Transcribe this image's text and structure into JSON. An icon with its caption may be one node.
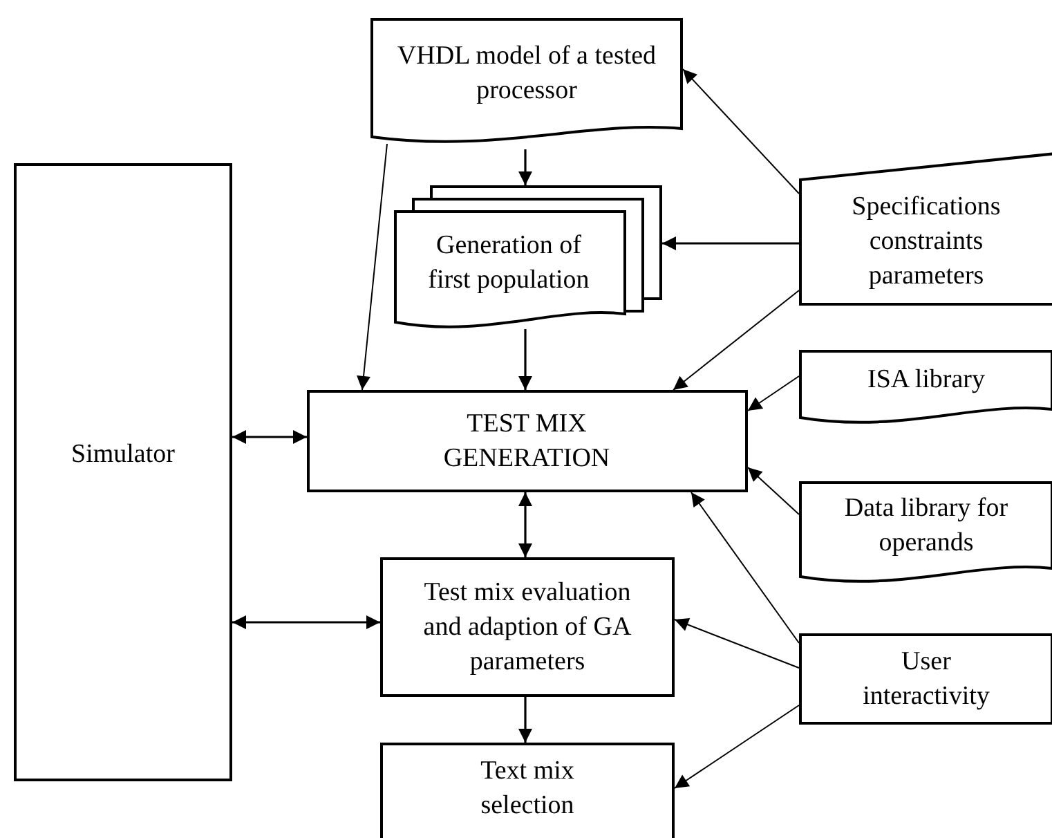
{
  "diagram": {
    "nodes": [
      {
        "text": [
          "VHDL model of a tested processor"
        ]
      },
      {
        "text": [
          "Generation of first population"
        ]
      },
      {
        "text": [
          "Specifications constraints parameters"
        ]
      },
      {
        "text": [
          "Simulator"
        ]
      },
      {
        "text": [
          "TEST MIX GENERATION"
        ]
      },
      {
        "text": [
          "ISA library"
        ]
      },
      {
        "text": [
          "Data library for operands"
        ]
      },
      {
        "text": [
          "Test mix evaluation and adaption of GA parameters"
        ]
      },
      {
        "text": [
          "User interactivity"
        ]
      },
      {
        "text": [
          "Text mix selection"
        ]
      }
    ],
    "edges": [
      {
        "from": 0,
        "to": 1,
        "arrow": "to"
      },
      {
        "from": 0,
        "to": 4,
        "arrow": "to"
      },
      {
        "from": 2,
        "to": 0,
        "arrow": "to"
      },
      {
        "from": 2,
        "to": 1,
        "arrow": "to"
      },
      {
        "from": 2,
        "to": 4,
        "arrow": "to"
      },
      {
        "from": 1,
        "to": 4,
        "arrow": "to"
      },
      {
        "from": 3,
        "to": 4,
        "arrow": "both"
      },
      {
        "from": 5,
        "to": 4,
        "arrow": "to"
      },
      {
        "from": 6,
        "to": 4,
        "arrow": "to"
      },
      {
        "from": 4,
        "to": 7,
        "arrow": "both"
      },
      {
        "from": 3,
        "to": 7,
        "arrow": "both"
      },
      {
        "from": 8,
        "to": 4,
        "arrow": "to"
      },
      {
        "from": 8,
        "to": 7,
        "arrow": "to"
      },
      {
        "from": 7,
        "to": 9,
        "arrow": "to"
      },
      {
        "from": 8,
        "to": 9,
        "arrow": "to"
      }
    ]
  }
}
